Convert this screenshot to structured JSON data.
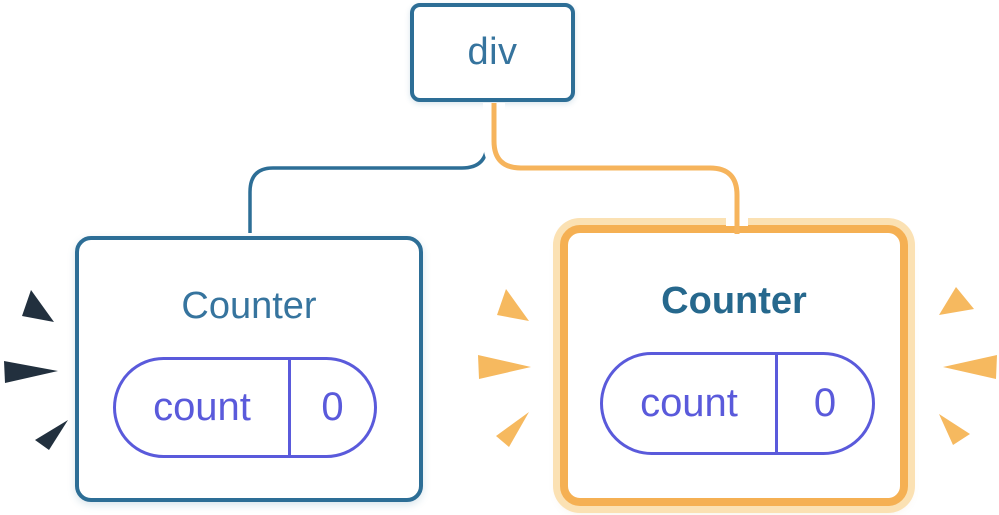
{
  "tree": {
    "root_label": "div"
  },
  "counters": [
    {
      "title": "Counter",
      "state_key": "count",
      "state_value": "0",
      "highlighted": false
    },
    {
      "title": "Counter",
      "state_key": "count",
      "state_value": "0",
      "highlighted": true
    }
  ],
  "colors": {
    "blue_border": "#2D6E96",
    "blue_text": "#36749E",
    "blue_title_bold": "#26688D",
    "indigo": "#5A5ADB",
    "orange_line": "#F6B45C",
    "orange_box_border": "#F5B053",
    "peach_ring": "#FBE1B3",
    "spark_orange": "#F6B95F",
    "spark_dark": "#22303E",
    "casing_white": "#FFFFFF"
  }
}
